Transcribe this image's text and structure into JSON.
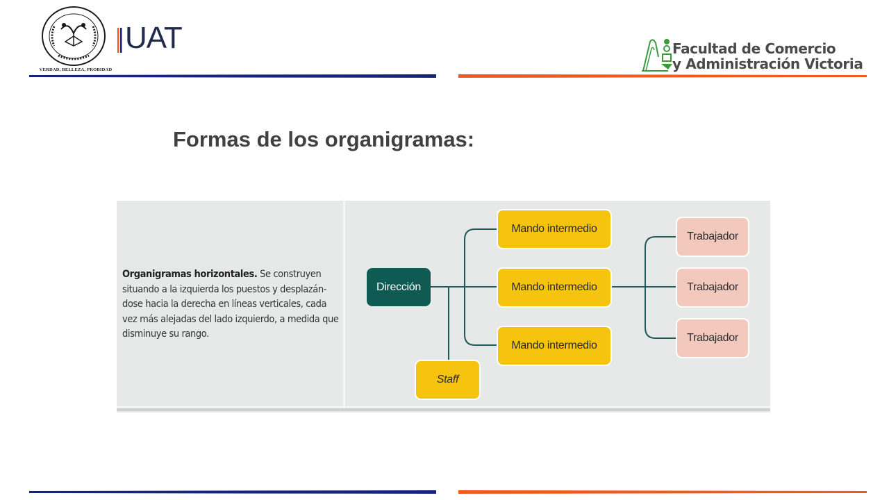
{
  "header": {
    "seal_motto": "VERDAD, BELLEZA, PROBIDAD",
    "university_acronym": "UAT",
    "faculty_line1": "Facultad de Comercio",
    "faculty_line2": "y Administración Victoria"
  },
  "page": {
    "title": "Formas de los organigramas:"
  },
  "figure": {
    "description_bold": "Organigramas horizontales.",
    "description_rest": " Se construyen situando a la izquierda los puestos y desplazán-dose hacia la derecha en líneas verticales, cada vez más alejadas del lado izquierdo, a medida que disminuye su rango.",
    "org_chart": {
      "root": "Dirección",
      "staff": "Staff",
      "middle": [
        "Mando intermedio",
        "Mando intermedio",
        "Mando intermedio"
      ],
      "workers": [
        "Trabajador",
        "Trabajador",
        "Trabajador"
      ]
    }
  },
  "colors": {
    "navy": "#16237a",
    "orange": "#f05a1e",
    "direccion": "#0f5a52",
    "mando": "#f6c30f",
    "trabajador": "#f3c9bd",
    "connector": "#1d5a55"
  },
  "icons": [
    "university-seal-icon",
    "uat-bars-icon",
    "faculty-logo-icon"
  ]
}
